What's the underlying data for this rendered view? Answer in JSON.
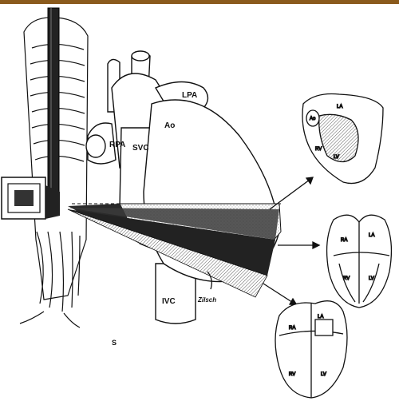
{
  "labels": {
    "lpa": "LPA",
    "ao": "Ao",
    "rpa": "RPA",
    "svc": "SVC",
    "ivc": "IVC",
    "s": "S"
  },
  "views": {
    "view1": {
      "la": "LA",
      "ao": "Ao",
      "lv": "LV",
      "rv": "RV"
    },
    "view2": {
      "ra": "RA",
      "la": "LA",
      "rv": "RV",
      "lv": "LV"
    },
    "view3": {
      "la": "LA",
      "ra": "RA",
      "rv": "RV",
      "lv": "LV"
    }
  },
  "signature": "Zilsch",
  "colors": {
    "ink": "#111111",
    "shadow": "#2a2a2a",
    "stipple": "#9a9a9a",
    "banner": "#8a5a1c"
  }
}
